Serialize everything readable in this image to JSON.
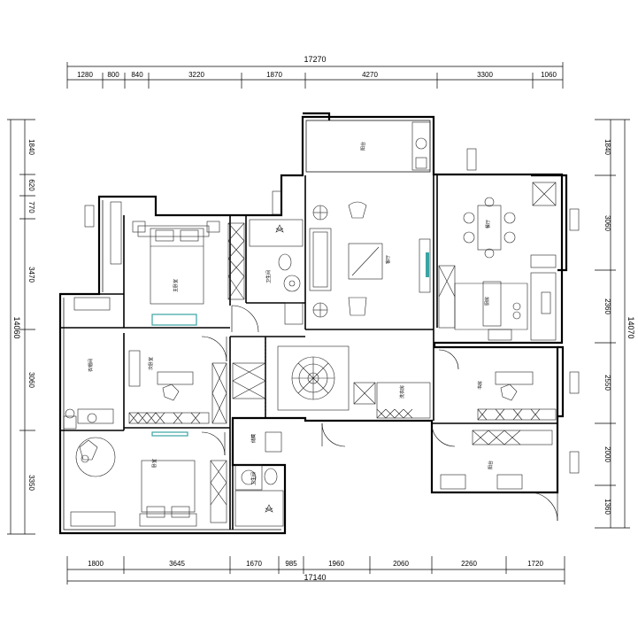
{
  "dimensions": {
    "top_total": "17270",
    "top": [
      "1280",
      "800",
      "840",
      "3220",
      "1870",
      "4270",
      "3300",
      "1060"
    ],
    "bottom_total": "17140",
    "bottom": [
      "1800",
      "3645",
      "1670",
      "985",
      "1960",
      "2060",
      "2260",
      "1720"
    ],
    "left_total": "14060",
    "left": [
      "1840",
      "620",
      "770",
      "3470",
      "3060",
      "3350"
    ],
    "right_total": "14070",
    "right": [
      "1840",
      "3060",
      "2360",
      "2550",
      "2000",
      "1360"
    ]
  },
  "rooms": {
    "master_bedroom": "主卧室",
    "second_bedroom": "次卧室",
    "bedroom3": "卧室",
    "study": "书房",
    "living_room": "客厅",
    "dining_room": "餐厅",
    "kitchen": "厨房",
    "balcony": "阳台",
    "balcony2": "阳台",
    "toilet1": "卫生间",
    "toilet2": "卫生间",
    "wardrobe": "衣帽间",
    "cloak": "储藏",
    "laundry": "洗衣房"
  },
  "colors": {
    "line": "#000000",
    "accent": "#3aa3a3"
  }
}
